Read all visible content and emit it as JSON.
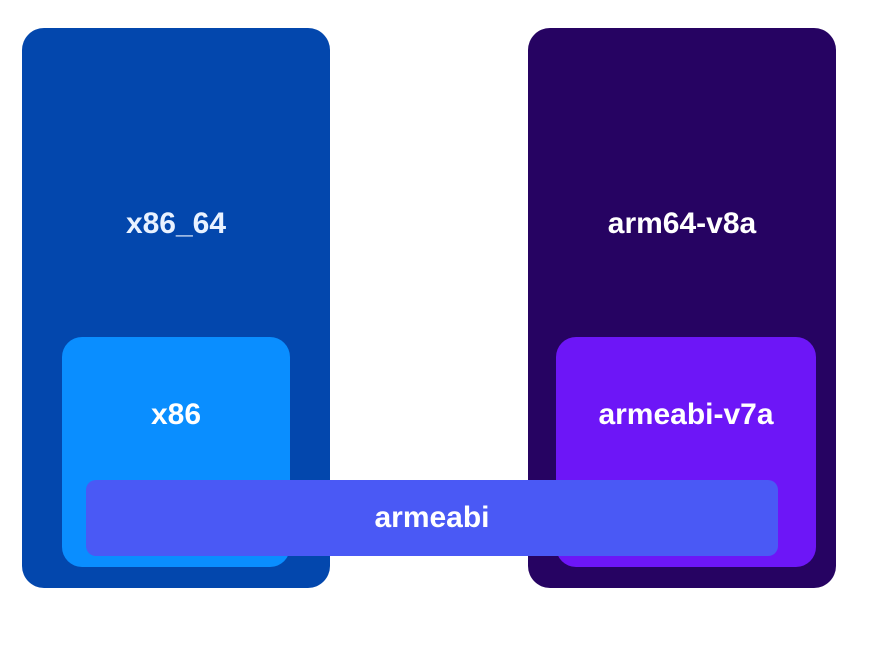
{
  "colors": {
    "x86_64": "#0347ad",
    "arm64_v8a": "#260362",
    "x86": "#0a8eff",
    "armeabi_v7a": "#6d16f7",
    "armeabi": "#4a59f5"
  },
  "blocks": {
    "x86_64": "x86_64",
    "arm64_v8a": "arm64-v8a",
    "x86": "x86",
    "armeabi_v7a": "armeabi-v7a",
    "armeabi": "armeabi"
  }
}
